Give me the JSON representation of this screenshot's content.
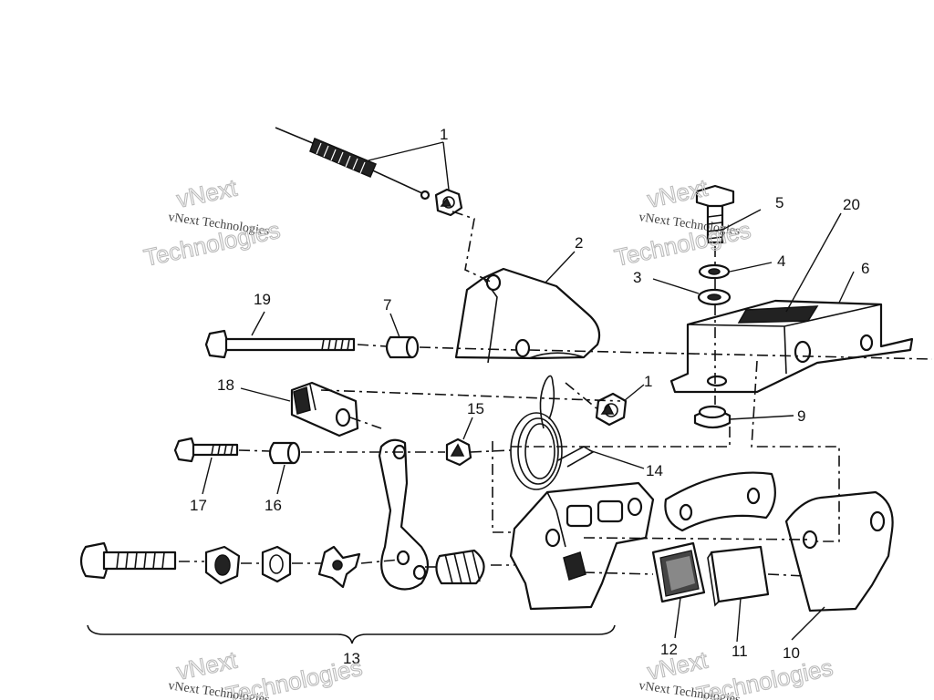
{
  "callouts": [
    "1",
    "2",
    "3",
    "4",
    "5",
    "6",
    "7",
    "9",
    "10",
    "11",
    "12",
    "13",
    "14",
    "15",
    "16",
    "17",
    "18",
    "19",
    "20",
    "1"
  ],
  "watermark": {
    "line1": "vNext Technologies",
    "line2": "vNext",
    "line3": "Technologies"
  }
}
